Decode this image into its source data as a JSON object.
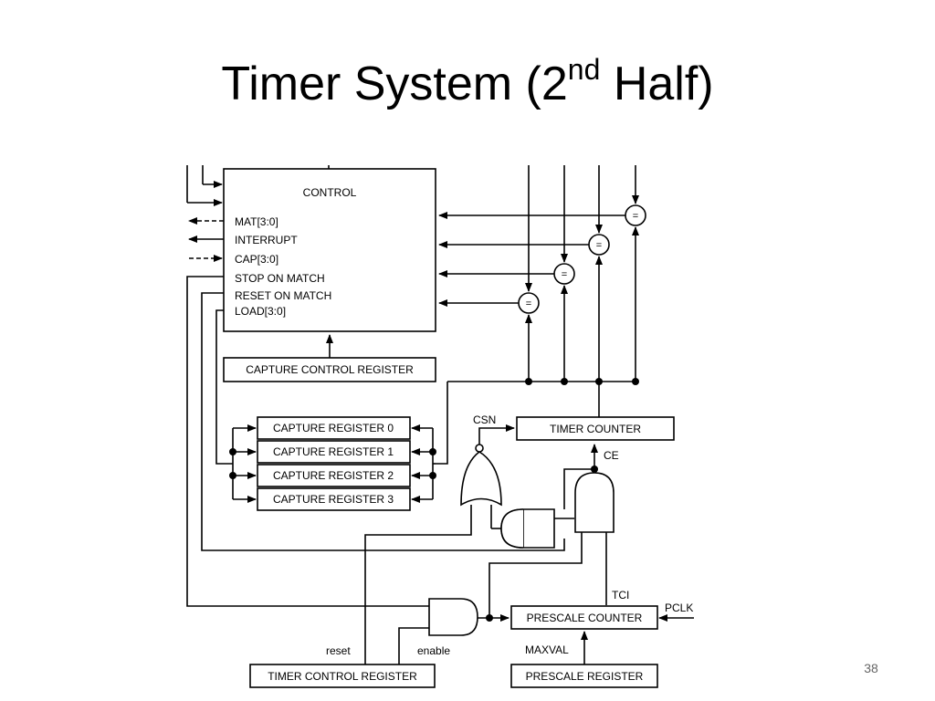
{
  "slide": {
    "title_main": "Timer System (2",
    "title_sup": "nd",
    "title_end": " Half)",
    "page_number": "38"
  },
  "diagram": {
    "control": {
      "title": "CONTROL",
      "signals": [
        "MAT[3:0]",
        "INTERRUPT",
        "CAP[3:0]",
        "STOP ON MATCH",
        "RESET ON MATCH",
        "LOAD[3:0]"
      ]
    },
    "capture_control_register": "CAPTURE CONTROL REGISTER",
    "capture_registers": [
      "CAPTURE REGISTER 0",
      "CAPTURE REGISTER 1",
      "CAPTURE REGISTER 2",
      "CAPTURE REGISTER 3"
    ],
    "timer_counter": "TIMER COUNTER",
    "prescale_counter": "PRESCALE COUNTER",
    "prescale_register": "PRESCALE REGISTER",
    "timer_control_register": "TIMER CONTROL REGISTER",
    "comparator_symbol": "=",
    "signal_labels": {
      "csn": "CSN",
      "ce": "CE",
      "tci": "TCI",
      "pclk": "PCLK",
      "maxval": "MAXVAL",
      "reset": "reset",
      "enable": "enable"
    }
  }
}
